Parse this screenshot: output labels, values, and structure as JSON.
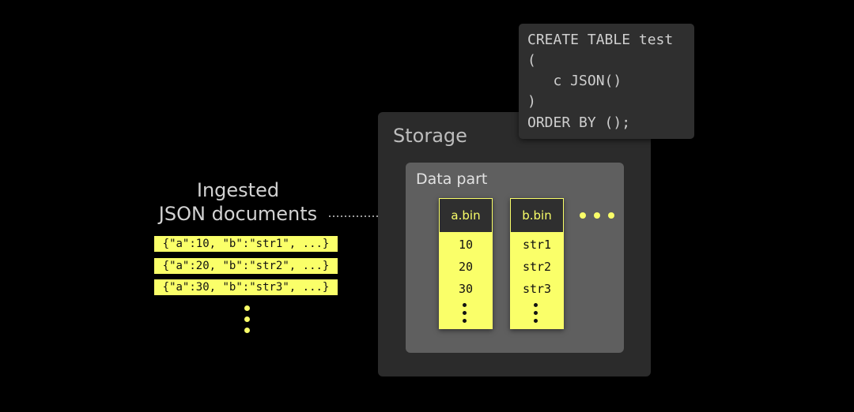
{
  "ingest": {
    "title_line1": "Ingested",
    "title_line2": "JSON documents",
    "documents": [
      "{\"a\":10, \"b\":\"str1\", ...}",
      "{\"a\":20, \"b\":\"str2\", ...}",
      "{\"a\":30, \"b\":\"str3\", ...}"
    ]
  },
  "storage": {
    "label": "Storage",
    "data_part": {
      "label": "Data part",
      "columns": [
        {
          "name": "a.bin",
          "values": [
            "10",
            "20",
            "30"
          ]
        },
        {
          "name": "b.bin",
          "values": [
            "str1",
            "str2",
            "str3"
          ]
        }
      ]
    }
  },
  "code": {
    "lines": [
      "CREATE TABLE test",
      "(",
      "   c JSON()",
      ")",
      "ORDER BY ();"
    ]
  },
  "colors": {
    "accent": "#faff69",
    "background": "#000000",
    "storage": "#2b2b2b",
    "data_part": "#5f5f5f",
    "code_panel": "#2f2f2f"
  }
}
